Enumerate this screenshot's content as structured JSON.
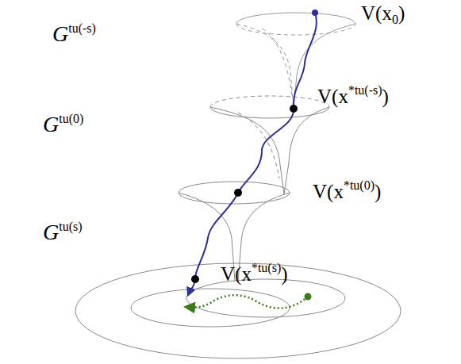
{
  "diagram": {
    "labels": [
      "V(x0)",
      "Gtu(-s)",
      "V(x*tu(-s))",
      "Gtu(0)",
      "V(x*tu(0))",
      "Gtu(s)",
      "V(x*tu(s))"
    ]
  }
}
